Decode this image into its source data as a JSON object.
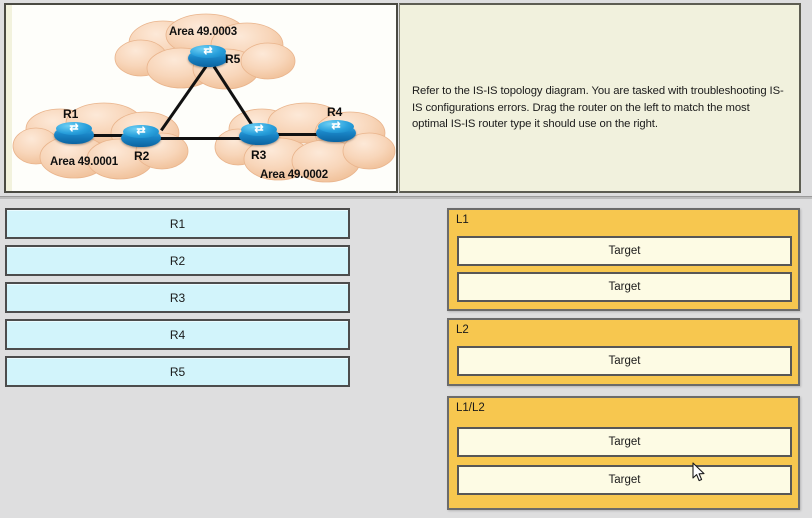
{
  "instruction": {
    "text": "Refer to the IS-IS topology diagram. You are tasked with troubleshooting IS-IS configurations errors. Drag the router on the left to match the most optimal IS-IS router type it should use on the right."
  },
  "diagram": {
    "areas": [
      {
        "id": "area-49-0003",
        "label": "Area 49.0003"
      },
      {
        "id": "area-49-0001",
        "label": "Area 49.0001"
      },
      {
        "id": "area-49-0002",
        "label": "Area 49.0002"
      }
    ],
    "routers": [
      {
        "id": "r5",
        "label": "R5"
      },
      {
        "id": "r1",
        "label": "R1"
      },
      {
        "id": "r2",
        "label": "R2"
      },
      {
        "id": "r3",
        "label": "R3"
      },
      {
        "id": "r4",
        "label": "R4"
      }
    ],
    "router_glyph": "⤨",
    "links": [
      {
        "from": "R5",
        "to": "R2"
      },
      {
        "from": "R5",
        "to": "R3"
      },
      {
        "from": "R1",
        "to": "R2"
      },
      {
        "from": "R2",
        "to": "R3"
      },
      {
        "from": "R3",
        "to": "R4"
      }
    ]
  },
  "drag_items": [
    {
      "label": "R1"
    },
    {
      "label": "R2"
    },
    {
      "label": "R3"
    },
    {
      "label": "R4"
    },
    {
      "label": "R5"
    }
  ],
  "target_groups": [
    {
      "label": "L1",
      "targets": [
        {
          "label": "Target"
        },
        {
          "label": "Target"
        }
      ]
    },
    {
      "label": "L2",
      "targets": [
        {
          "label": "Target"
        }
      ]
    },
    {
      "label": "L1/L2",
      "targets": [
        {
          "label": "Target"
        },
        {
          "label": "Target"
        }
      ]
    }
  ],
  "colors": {
    "page_background": "#dededf",
    "exhibit_background": "#fefefa",
    "instruction_background": "#f1f1dd",
    "drag_item": "#d2f4fb",
    "target_group": "#f7c74f",
    "target_box": "#fdfbe4",
    "cloud": "#f7d3b4",
    "router": "#1a86c8"
  }
}
